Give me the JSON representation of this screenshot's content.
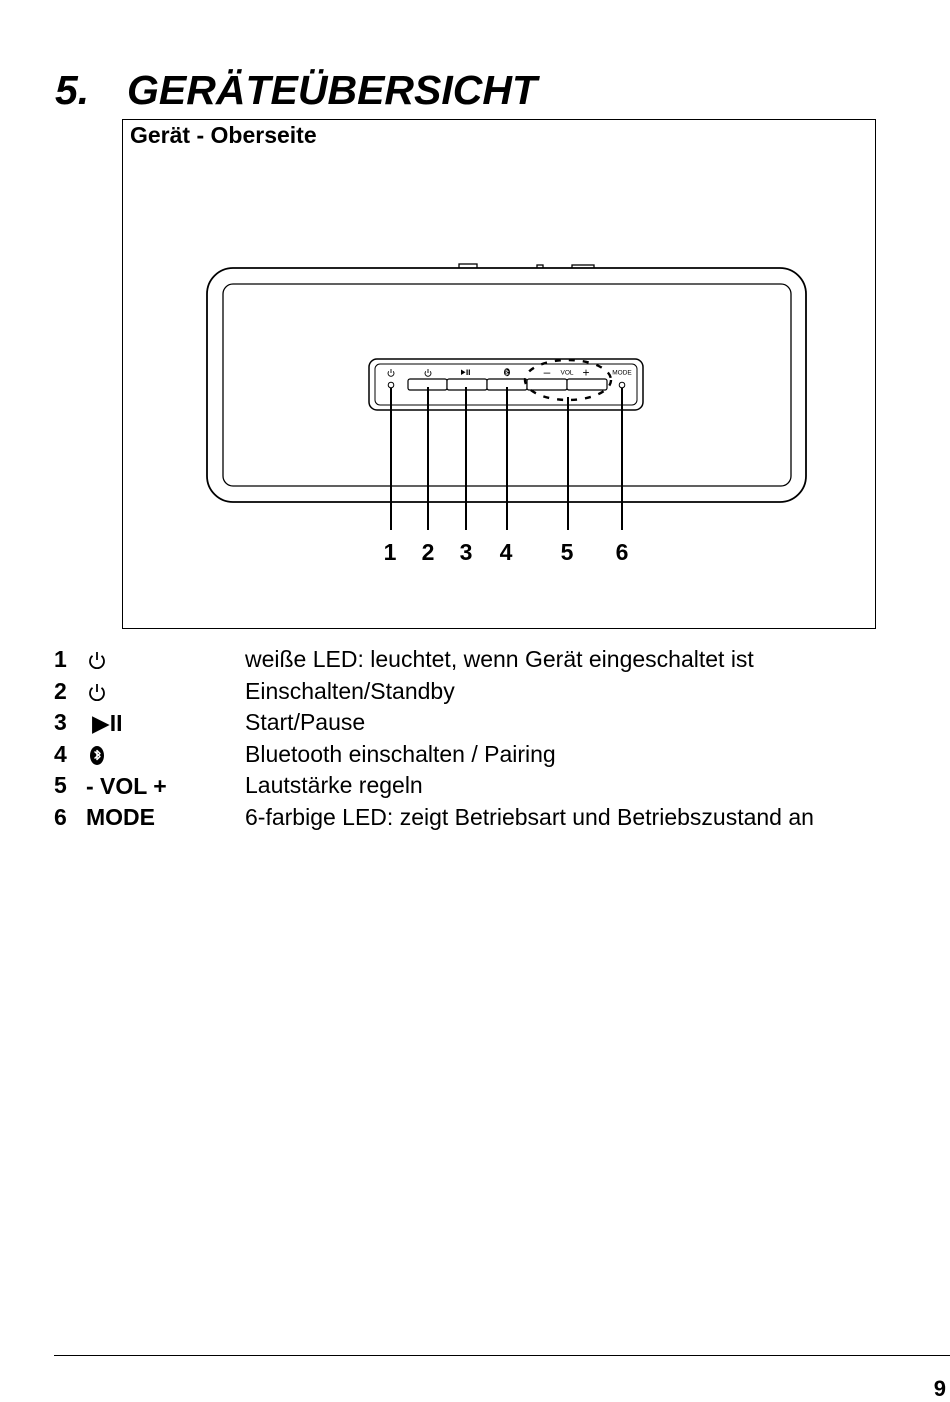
{
  "section": {
    "number": "5.",
    "title": "GERÄTEÜBERSICHT"
  },
  "figure": {
    "caption": "Gerät - Oberseite",
    "device_labels": {
      "vol": "VOL",
      "mode": "MODE",
      "minus": "–",
      "plus": "+"
    },
    "callouts": [
      "1",
      "2",
      "3",
      "4",
      "5",
      "6"
    ]
  },
  "legend": [
    {
      "num": "1",
      "icon": "power-icon",
      "symbol": "",
      "desc": "weiße LED: leuchtet, wenn Gerät eingeschaltet ist"
    },
    {
      "num": "2",
      "icon": "power-icon",
      "symbol": "",
      "desc": "Einschalten/Standby"
    },
    {
      "num": "3",
      "icon": "play-pause-icon",
      "symbol": "▶II",
      "desc": "Start/Pause"
    },
    {
      "num": "4",
      "icon": "bluetooth-icon",
      "symbol": "",
      "desc": "Bluetooth einschalten / Pairing"
    },
    {
      "num": "5",
      "icon": "",
      "symbol": "- VOL +",
      "desc": "Lautstärke regeln"
    },
    {
      "num": "6",
      "icon": "",
      "symbol": "MODE",
      "desc": "6-farbige LED: zeigt Betriebsart und Betriebszustand an"
    }
  ],
  "page_number": "9"
}
